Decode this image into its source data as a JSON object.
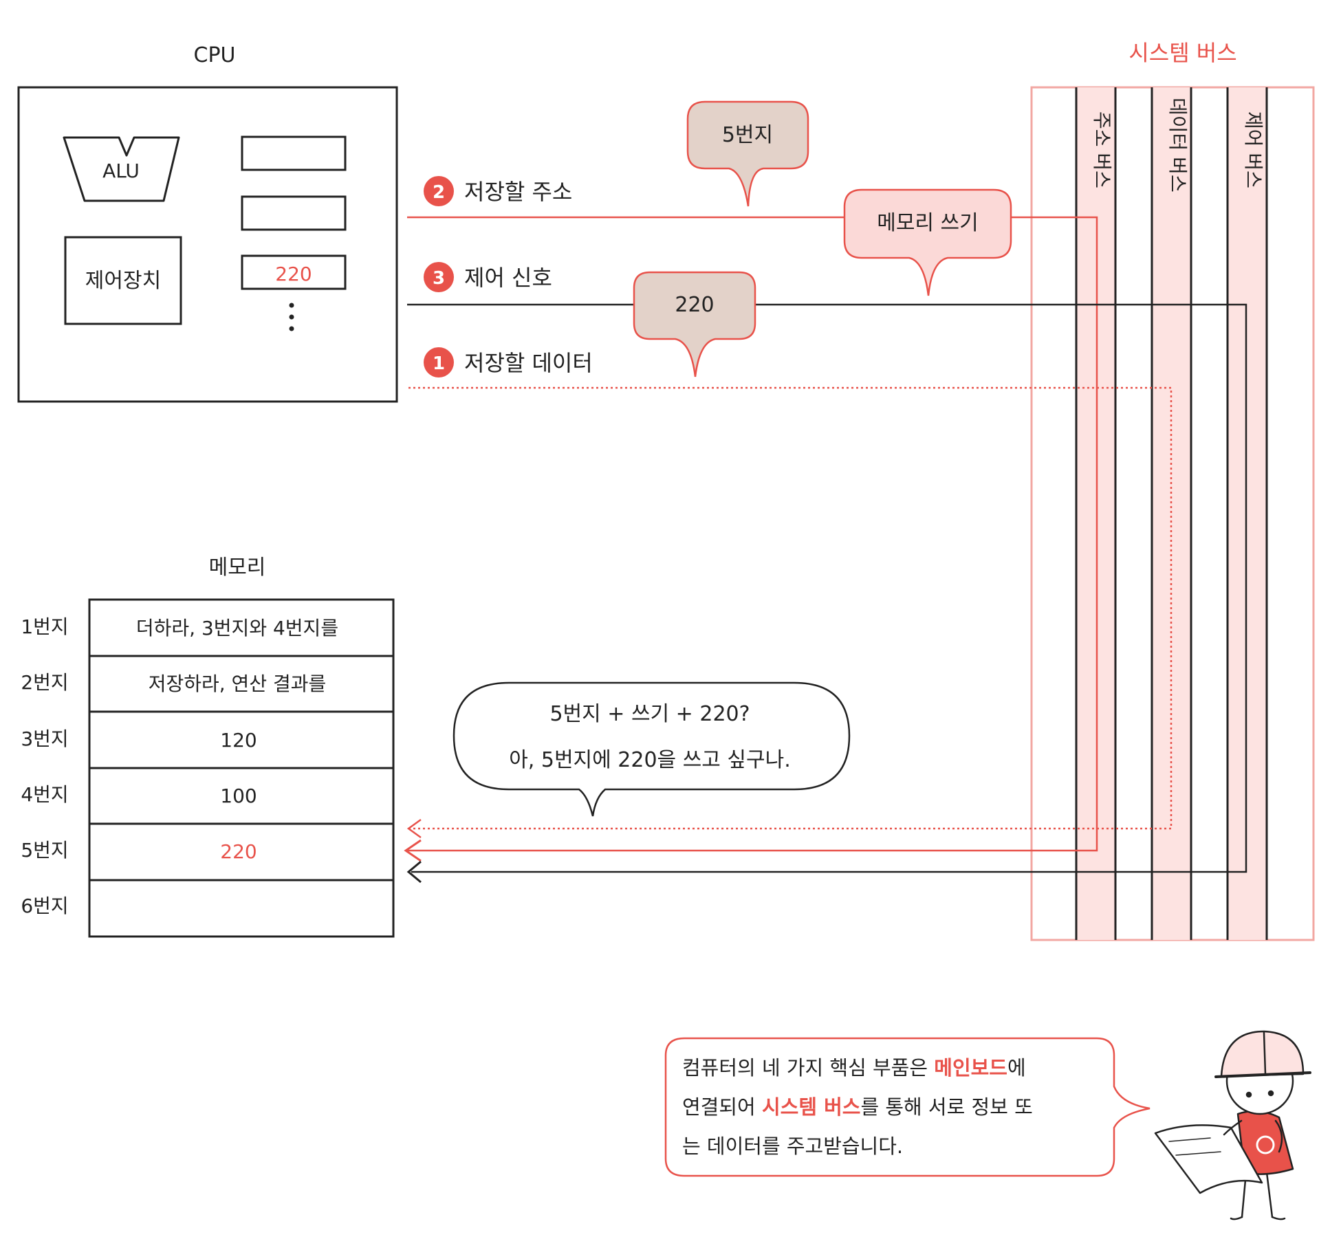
{
  "cpu": {
    "title": "CPU",
    "alu": "ALU",
    "control_unit": "제어장치",
    "register_value": "220",
    "ellipsis": "⋮"
  },
  "system_bus": {
    "title": "시스템 버스",
    "address_bus": "주소 버스",
    "data_bus": "데이터 버스",
    "control_bus": "제어 버스"
  },
  "signals": {
    "step2_num": "2",
    "step2_label": "저장할 주소",
    "step3_num": "3",
    "step3_label": "제어 신호",
    "step1_num": "1",
    "step1_label": "저장할 데이터",
    "address_bubble": "5번지",
    "control_bubble": "메모리 쓰기",
    "data_bubble": "220"
  },
  "memory": {
    "title": "메모리",
    "rows": [
      {
        "address": "1번지",
        "content": "더하라, 3번지와 4번지를"
      },
      {
        "address": "2번지",
        "content": "저장하라, 연산 결과를"
      },
      {
        "address": "3번지",
        "content": "120"
      },
      {
        "address": "4번지",
        "content": "100"
      },
      {
        "address": "5번지",
        "content": "220"
      },
      {
        "address": "6번지",
        "content": ""
      }
    ]
  },
  "thought_bubble": {
    "line1": "5번지 + 쓰기 + 220?",
    "line2": "아, 5번지에 220을 쓰고 싶구나."
  },
  "note": {
    "part1": "컴퓨터의 네 가지 핵심 부품은 ",
    "hl1": "메인보드",
    "part2": "에",
    "part3": "연결되어 ",
    "hl2": "시스템 버스",
    "part4": "를 통해 서로 정보 또",
    "part5": "는 데이터를 주고받습니다."
  },
  "colors": {
    "accent": "#e8524a",
    "bus_fill": "#fde3e1",
    "bubble_brown": "#e3d2c9",
    "bubble_pink": "#fbd9d7",
    "stroke": "#222222"
  }
}
